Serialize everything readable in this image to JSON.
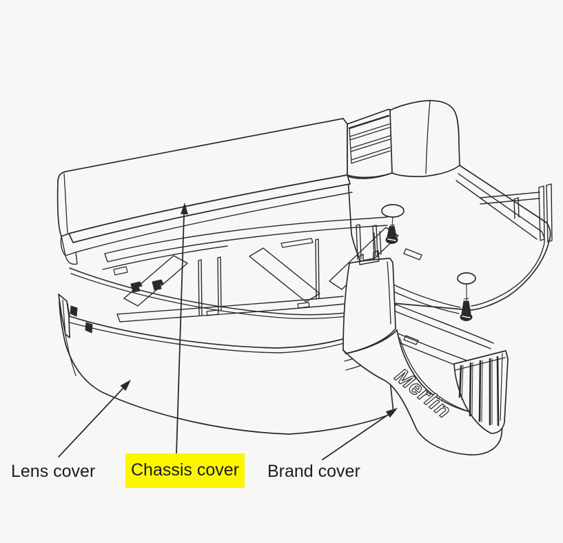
{
  "diagram": {
    "description": "Exploded parts diagram of a garage door opener light cover assembly",
    "brand_text": "Merlin",
    "colors": {
      "background": "#f7f7f6",
      "line": "#2a2a2a",
      "label_highlight": "#fbf500",
      "label_text": "#1d1d1d"
    },
    "labels": [
      {
        "id": "lens-cover",
        "text": "Lens cover",
        "highlighted": false
      },
      {
        "id": "chassis-cover",
        "text": "Chassis cover",
        "highlighted": true
      },
      {
        "id": "brand-cover",
        "text": "Brand cover",
        "highlighted": false
      }
    ]
  }
}
